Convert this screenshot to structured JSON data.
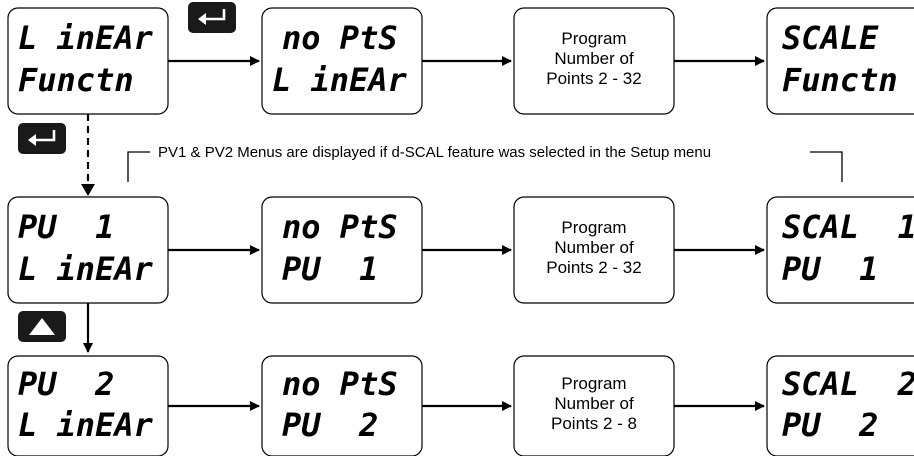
{
  "rows": [
    {
      "d1": [
        "L inEAr",
        "Functn"
      ],
      "d2": [
        "no PtS",
        "L inEAr"
      ],
      "p": [
        "Program",
        "Number of",
        "Points 2 - 32"
      ],
      "d3": [
        "SCALE",
        "Functn"
      ]
    },
    {
      "d1": [
        "PU  1",
        "L inEAr"
      ],
      "d2": [
        "no PtS",
        "PU  1"
      ],
      "p": [
        "Program",
        "Number of",
        "Points 2 - 32"
      ],
      "d3": [
        "SCAL  1",
        "PU  1"
      ]
    },
    {
      "d1": [
        "PU  2",
        "L inEAr"
      ],
      "d2": [
        "no PtS",
        "PU  2"
      ],
      "p": [
        "Program",
        "Number of",
        "Points 2 - 8"
      ],
      "d3": [
        "SCAL  2",
        "PU  2"
      ]
    }
  ],
  "note": "PV1 & PV2 Menus are displayed if d-SCAL feature was selected in the Setup menu",
  "buttons": {
    "enter_icon": "enter-key-icon",
    "up_icon": "up-arrow-key-icon"
  }
}
